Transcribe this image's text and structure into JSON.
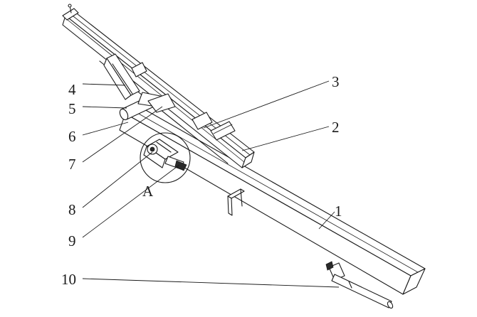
{
  "labels": {
    "n1": "1",
    "n2": "2",
    "n3": "3",
    "n4": "4",
    "n5": "5",
    "n6": "6",
    "n7": "7",
    "n8": "8",
    "n9": "9",
    "n10": "10",
    "detail": "A"
  },
  "colors": {
    "line": "#1a1a1a",
    "background": "#ffffff"
  }
}
